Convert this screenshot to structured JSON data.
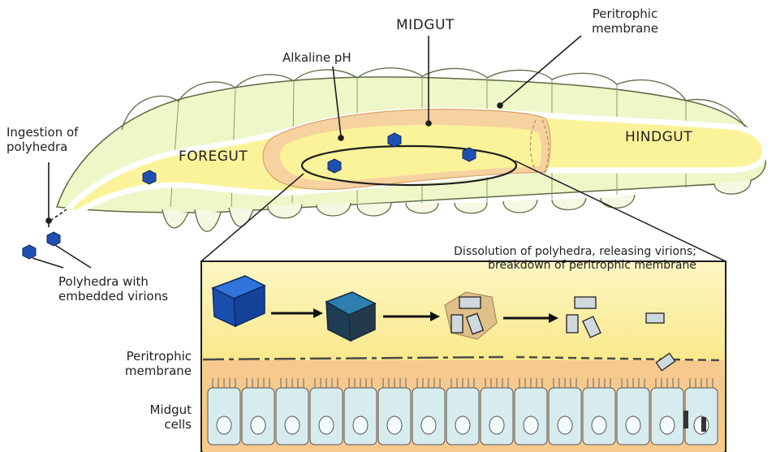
{
  "labels": {
    "midgut": "MIDGUT",
    "peritrophic_top_line1": "Peritrophic",
    "peritrophic_top_line2": "membrane",
    "alkaline": "Alkaline pH",
    "ingestion_line1": "Ingestion of",
    "ingestion_line2": "polyhedra",
    "foregut": "FOREGUT",
    "hindgut": "HINDGUT",
    "polyhedra_line1": "Polyhedra with",
    "polyhedra_line2": "embedded virions",
    "dissolution_line1": "Dissolution of polyhedra, releasing virions;",
    "dissolution_line2": "breakdown of peritrophic membrane",
    "peritrophic_inset_line1": "Peritrophic",
    "peritrophic_inset_line2": "membrane",
    "midgut_cells_line1": "Midgut",
    "midgut_cells_line2": "cells"
  },
  "colors": {
    "body": "#eef7c8",
    "gut": "#fbf39a",
    "midgut_pink": "#f6d2a0",
    "lumen_yellow": "#f6e26a",
    "epithelium": "#f7c98e",
    "cell": "#d7ecef",
    "polyhedra": "#1f4fb0",
    "outline": "#333333"
  }
}
